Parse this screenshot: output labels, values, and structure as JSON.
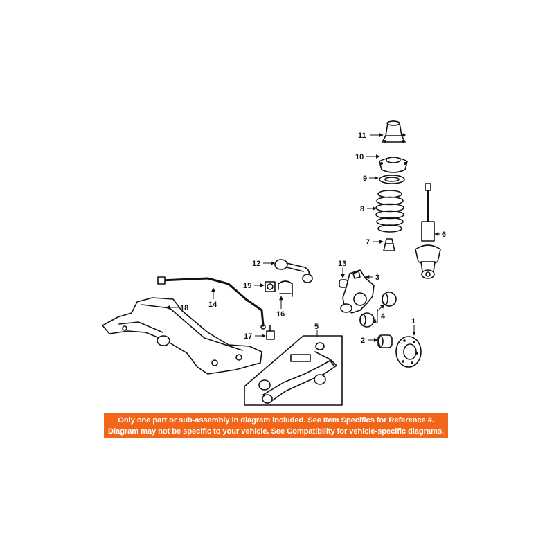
{
  "callouts": {
    "c1": "1",
    "c2": "2",
    "c3": "3",
    "c4": "4",
    "c5": "5",
    "c6": "6",
    "c7": "7",
    "c8": "8",
    "c9": "9",
    "c10": "10",
    "c11": "11",
    "c12": "12",
    "c13": "13",
    "c14": "14",
    "c15": "15",
    "c16": "16",
    "c17": "17",
    "c18": "18"
  },
  "banner": {
    "line1": "Only one part or sub-assembly in diagram included. See Item Specifics for Reference #.",
    "line2": "Diagram may not be specific to your vehicle. See Compatibility for vehicle-specific diagrams.",
    "color": "#f2661a"
  }
}
